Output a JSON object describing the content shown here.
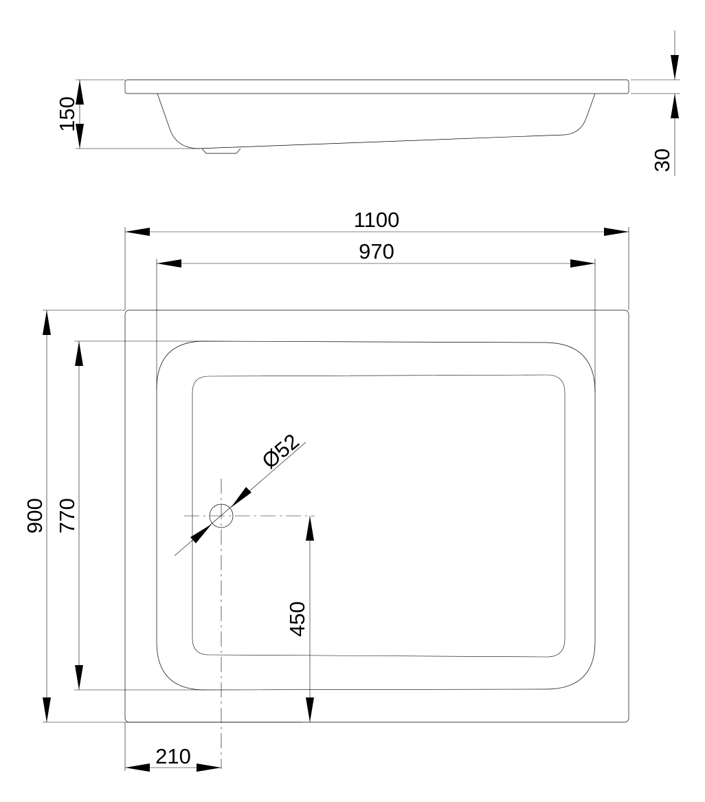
{
  "side_view": {
    "dim_height": "150",
    "dim_rim": "30"
  },
  "plan_view": {
    "dim_outer_width": "1100",
    "dim_inner_width": "970",
    "dim_outer_depth": "900",
    "dim_inner_depth": "770",
    "dim_drain_diameter": "Ø52",
    "dim_drain_offset_y": "450",
    "dim_drain_offset_x": "210"
  },
  "colors": {
    "line": "#000000",
    "background": "#ffffff"
  }
}
